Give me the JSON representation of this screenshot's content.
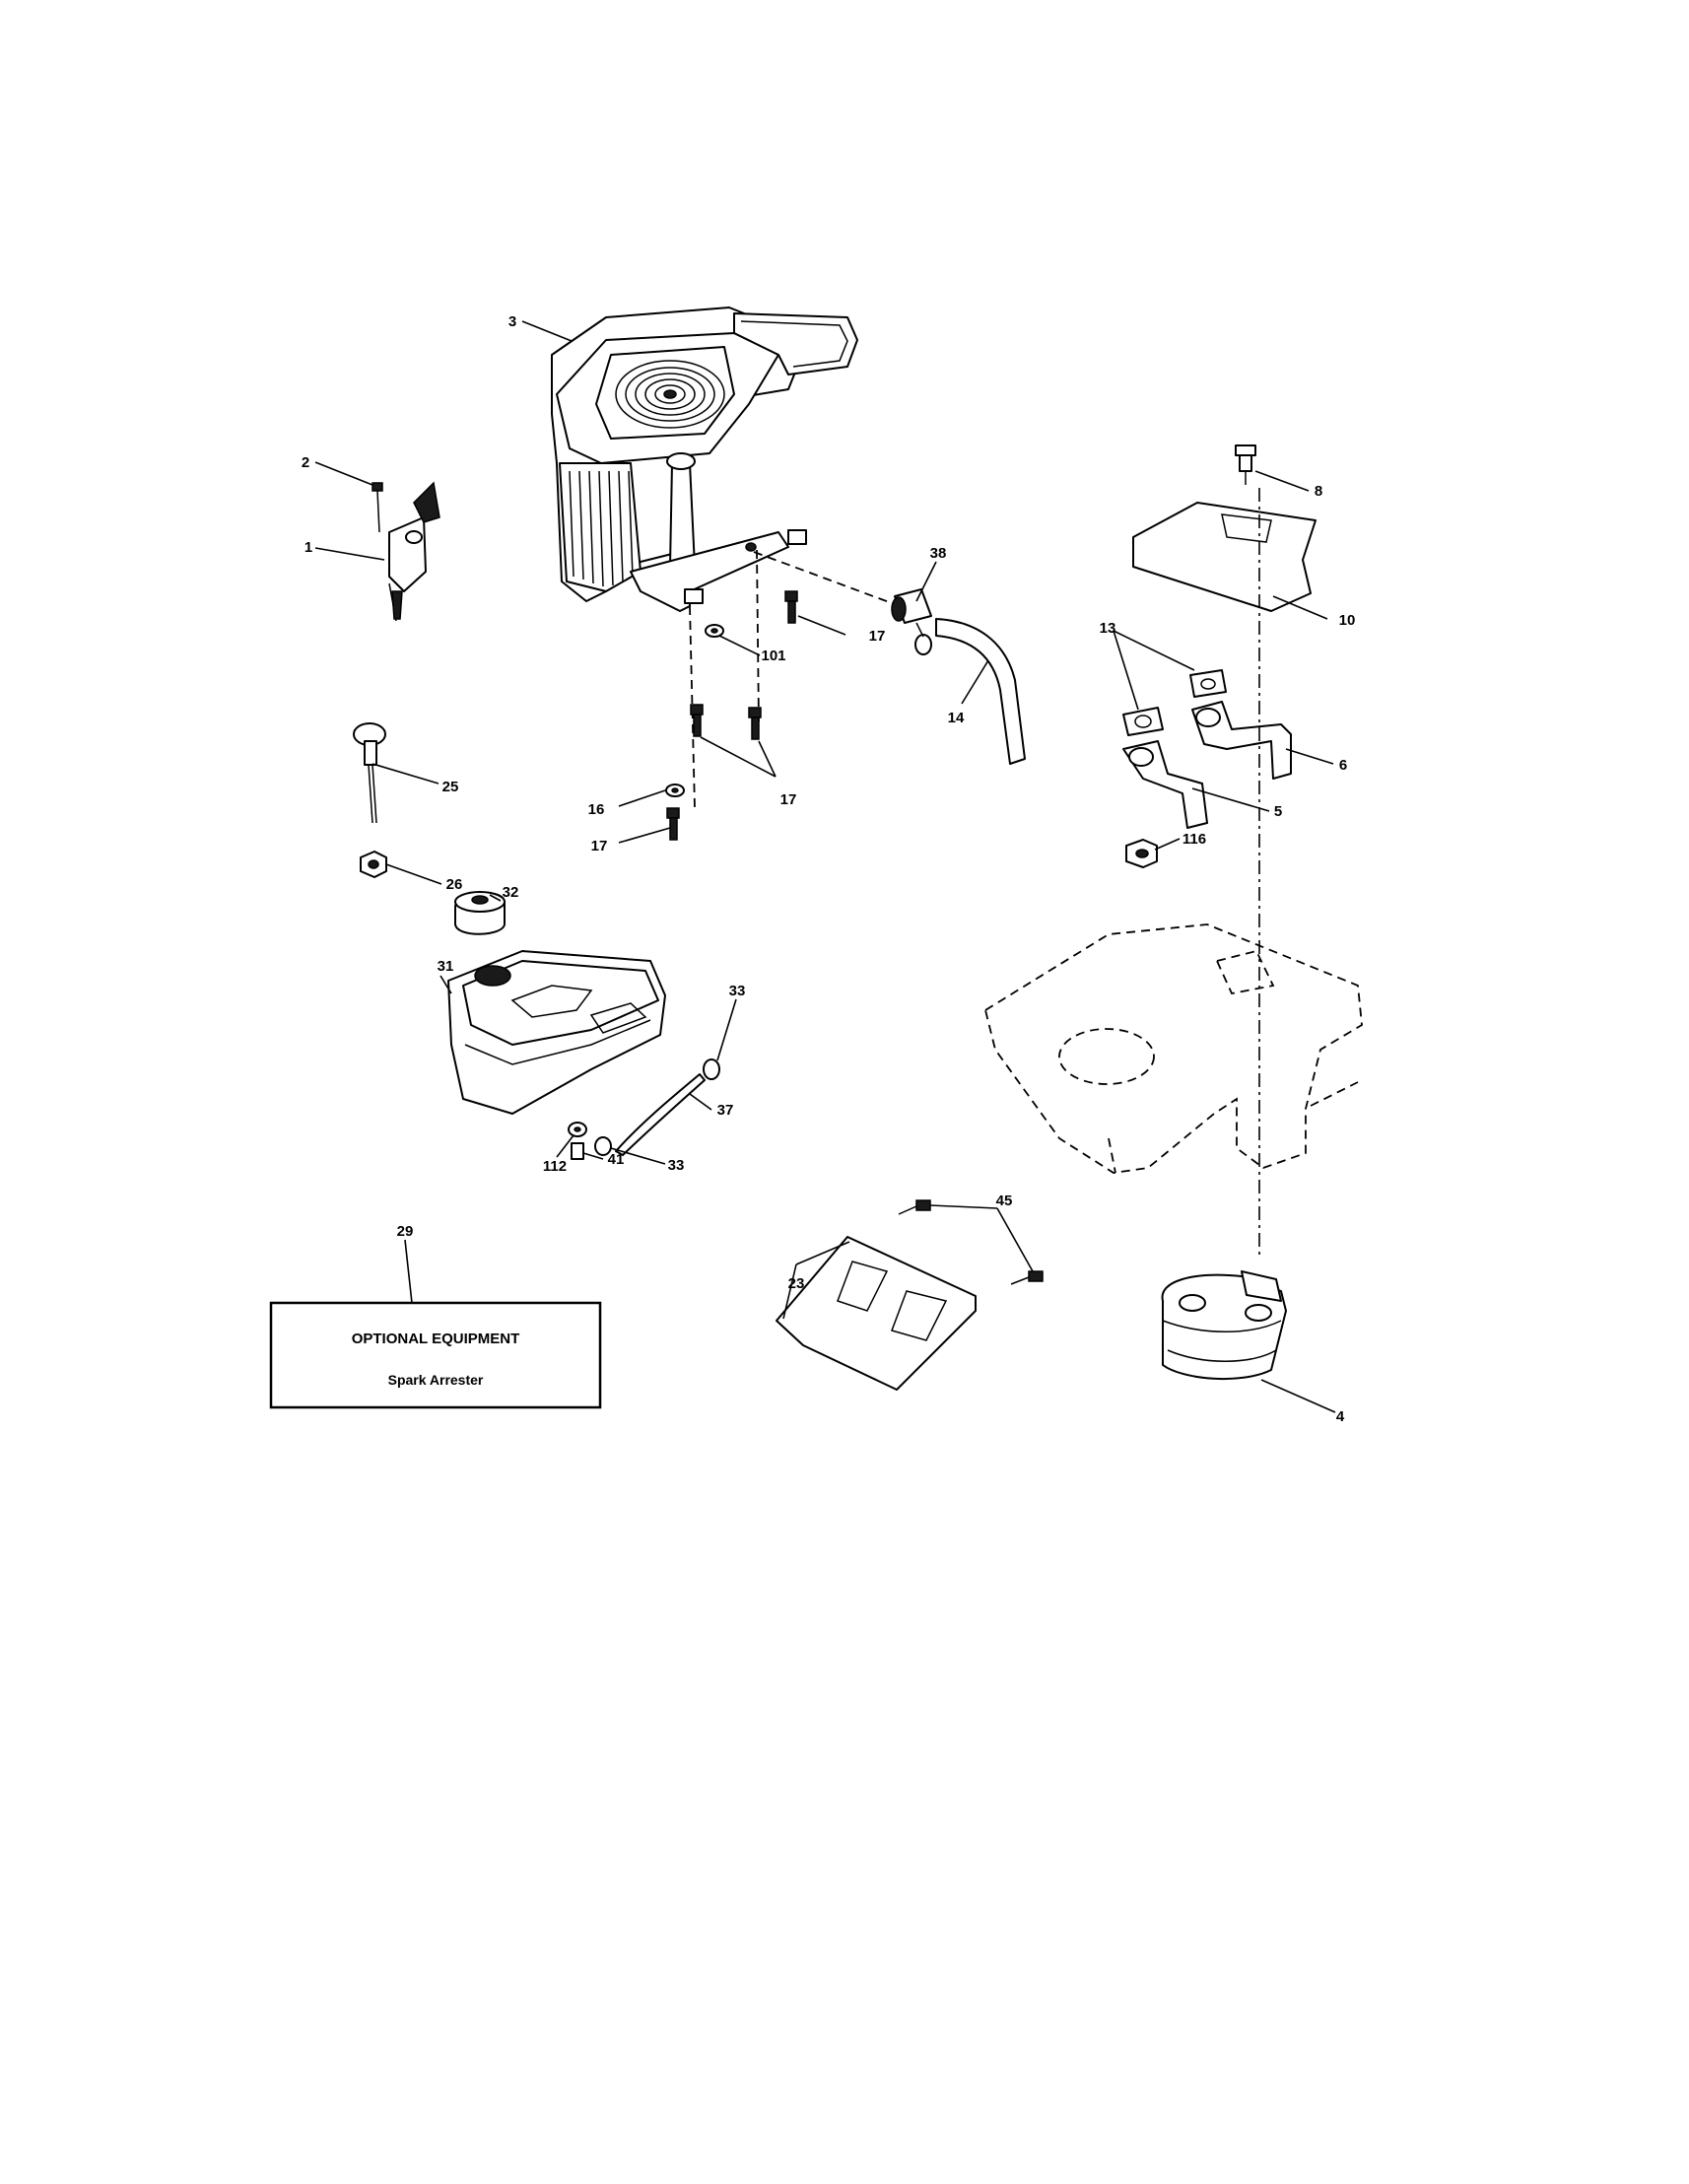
{
  "callouts": {
    "c1": "1",
    "c2": "2",
    "c3": "3",
    "c4": "4",
    "c5": "5",
    "c6": "6",
    "c8": "8",
    "c10": "10",
    "c13": "13",
    "c14": "14",
    "c16": "16",
    "c17a": "17",
    "c17b": "17",
    "c17c": "17",
    "c23": "23",
    "c25": "25",
    "c26": "26",
    "c29": "29",
    "c31": "31",
    "c32": "32",
    "c33a": "33",
    "c33b": "33",
    "c37": "37",
    "c38": "38",
    "c41": "41",
    "c45": "45",
    "c101": "101",
    "c112": "112",
    "c116": "116"
  },
  "optional_box": {
    "title": "OPTIONAL EQUIPMENT",
    "item": "Spark Arrester"
  }
}
